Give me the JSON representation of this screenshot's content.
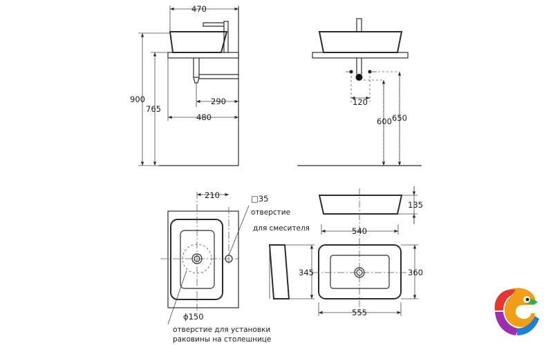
{
  "dimensions": {
    "d470": "470",
    "d900": "900",
    "d765": "765",
    "d290": "290",
    "d480": "480",
    "d120": "120",
    "d600": "600",
    "d650": "650",
    "d210": "210",
    "d35": "□35",
    "d135": "135",
    "d540": "540",
    "d345": "345",
    "d360": "360",
    "d555": "555",
    "d150": "ϕ150"
  },
  "notes": {
    "mixer_hole_line1": "отверстие",
    "mixer_hole_line2": "для смесителя",
    "sink_hole_line1": "отверстие для установки",
    "sink_hole_line2": "раковины на столешнице"
  },
  "colors": {
    "line": "#2b2b2b",
    "background": "#ffffff"
  },
  "logo": {
    "icon": "chameleon-logo-icon"
  }
}
